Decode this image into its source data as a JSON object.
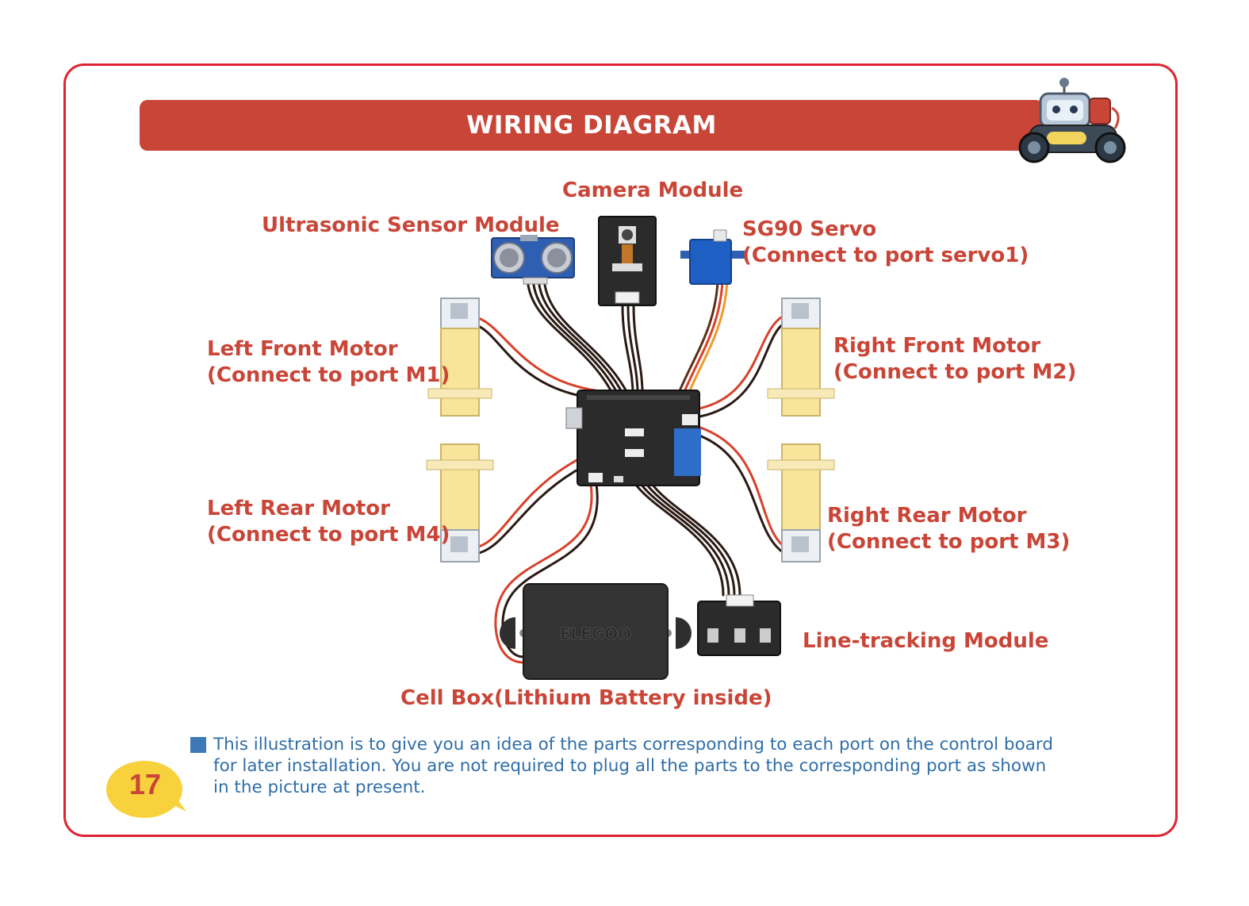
{
  "header": {
    "title": "WIRING DIAGRAM"
  },
  "components": {
    "camera": {
      "label": "Camera Module"
    },
    "ultrasonic": {
      "label": "Ultrasonic Sensor Module"
    },
    "servo": {
      "label_1": "SG90 Servo",
      "label_2": "(Connect to port servo1)"
    },
    "left_front_motor": {
      "label_1": "Left Front Motor",
      "label_2": "(Connect to port M1)"
    },
    "right_front_motor": {
      "label_1": "Right Front Motor",
      "label_2": "(Connect to port M2)"
    },
    "left_rear_motor": {
      "label_1": "Left Rear Motor",
      "label_2": "(Connect to port M4)"
    },
    "right_rear_motor": {
      "label_1": "Right Rear Motor",
      "label_2": "(Connect to port M3)"
    },
    "line_tracking": {
      "label": "Line-tracking Module"
    },
    "cell_box": {
      "label": "Cell Box(Lithium Battery inside)",
      "brand": "ELEGOO"
    }
  },
  "note": {
    "line_1": "This illustration is to give you an idea of the parts corresponding to each port on the control board",
    "line_2": "for later installation. You are not required to plug all the parts to the corresponding port as shown",
    "line_3": "in the picture at present."
  },
  "page": {
    "number": "17"
  },
  "colors": {
    "accent": "#c94537",
    "frame": "#e02232",
    "note_text": "#2f6ea8",
    "badge": "#f7d23c",
    "motor_yellow": "#f8e49a",
    "servo_blue": "#1f5fc4",
    "board_dark": "#2b2b2b"
  },
  "icons": {
    "mascot": "robot-car-icon",
    "note_marker": "blue-square-icon"
  }
}
